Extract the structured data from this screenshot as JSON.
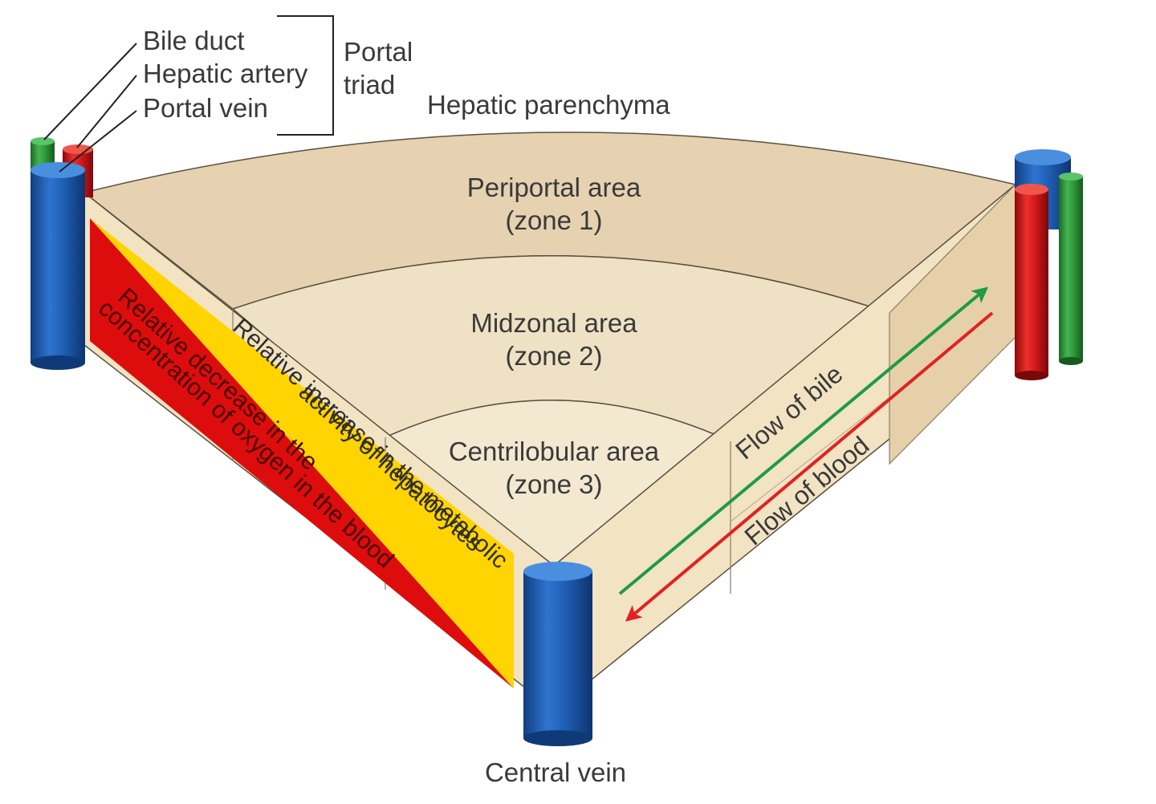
{
  "labels": {
    "bile_duct": "Bile duct",
    "hepatic_artery": "Hepatic artery",
    "portal_vein": "Portal vein",
    "portal_triad_line1": "Portal",
    "portal_triad_line2": "triad",
    "hepatic_parenchyma": "Hepatic parenchyma",
    "central_vein": "Central vein"
  },
  "zones": [
    {
      "name": "Periportal area",
      "zone": "(zone 1)"
    },
    {
      "name": "Midzonal area",
      "zone": "(zone 2)"
    },
    {
      "name": "Centrilobular area",
      "zone": "(zone 3)"
    }
  ],
  "gradients": {
    "metabolic_line1": "Relative increase in the metabolic",
    "metabolic_line2": "activity of hepatocytes",
    "oxygen_line1": "Relative decrease in the",
    "oxygen_line2": "concentration of oxygen in the blood"
  },
  "flows": {
    "bile": "Flow of bile",
    "blood": "Flow of blood"
  },
  "colors": {
    "zone1": "#e6d2b0",
    "zone2": "#efe2c4",
    "zone3": "#f3e8d0",
    "side_wall": "#f2e3c3",
    "right_outer_wall": "#e6d0aa",
    "oxygen_band": "#dd0d0d",
    "metabolic_band": "#ffd400",
    "bile_vessel": "#2e9a3a",
    "artery_vessel": "#d51a1a",
    "vein_vessel": "#1f5fb4",
    "bile_flow": "#1f9a45",
    "blood_flow": "#e02222",
    "outline": "#5a5040"
  }
}
